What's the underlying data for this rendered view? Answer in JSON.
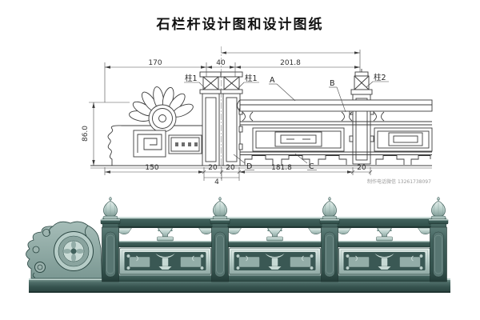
{
  "title": "石栏杆设计图和设计图纸",
  "cad": {
    "dim_top_left": "170",
    "dim_top_mid": "40",
    "dim_top_right": "201.8",
    "dim_height": "86.0",
    "dim_bottom_left": "150",
    "dim_bottom_col1": "20",
    "dim_bottom_col2": "20",
    "dim_bottom_gap": "4",
    "dim_bottom_mid": "181.8",
    "dim_bottom_pillar": "20",
    "label_pillar1_left": "柱1",
    "label_pillar1_right": "柱1",
    "label_pillar2": "柱2",
    "label_a": "A",
    "label_b": "B",
    "label_c": "C",
    "label_d": "D",
    "watermark": "制作电话微信 13261738097"
  },
  "colors": {
    "line_color": "#3c3c3c",
    "stone_dark": "#35524e",
    "stone_mid": "#7b9893",
    "stone_light": "#c0d5d0",
    "background": "#ffffff"
  }
}
